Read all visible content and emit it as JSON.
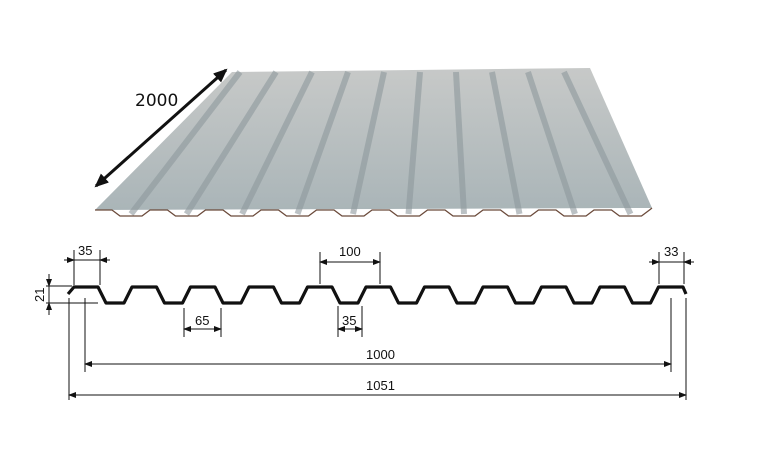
{
  "title": "Corrugated roofing sheet profile dimensions",
  "length_label": "2000",
  "dimensions": {
    "crest_width_left": "35",
    "pitch": "100",
    "crest_width_right": "33",
    "height": "21",
    "valley_width": "65",
    "crest_width_bottom": "35",
    "useful_width": "1000",
    "total_width": "1051"
  },
  "colors": {
    "sheet_light": "#c9cdcf",
    "sheet_dark": "#8f9a9e",
    "line": "#111111"
  }
}
